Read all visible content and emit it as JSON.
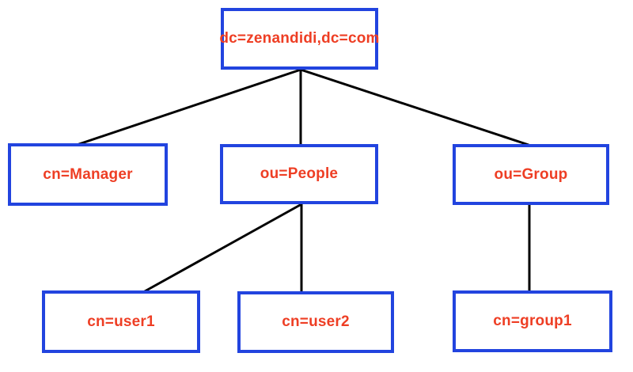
{
  "colors": {
    "box_border": "#2244df",
    "label_text": "#ee3e24",
    "line": "#000000",
    "background": "#ffffff"
  },
  "diagram_type": "tree",
  "nodes": {
    "root": {
      "label": "dc=zenandidi,dc=com"
    },
    "manager": {
      "label": "cn=Manager"
    },
    "people": {
      "label": "ou=People"
    },
    "group": {
      "label": "ou=Group"
    },
    "user1": {
      "label": "cn=user1"
    },
    "user2": {
      "label": "cn=user2"
    },
    "group1": {
      "label": "cn=group1"
    }
  },
  "edges": [
    {
      "from": "dc=zenandidi,dc=com",
      "to": "cn=Manager"
    },
    {
      "from": "dc=zenandidi,dc=com",
      "to": "ou=People"
    },
    {
      "from": "dc=zenandidi,dc=com",
      "to": "ou=Group"
    },
    {
      "from": "ou=People",
      "to": "cn=user1"
    },
    {
      "from": "ou=People",
      "to": "cn=user2"
    },
    {
      "from": "ou=Group",
      "to": "cn=group1"
    }
  ]
}
